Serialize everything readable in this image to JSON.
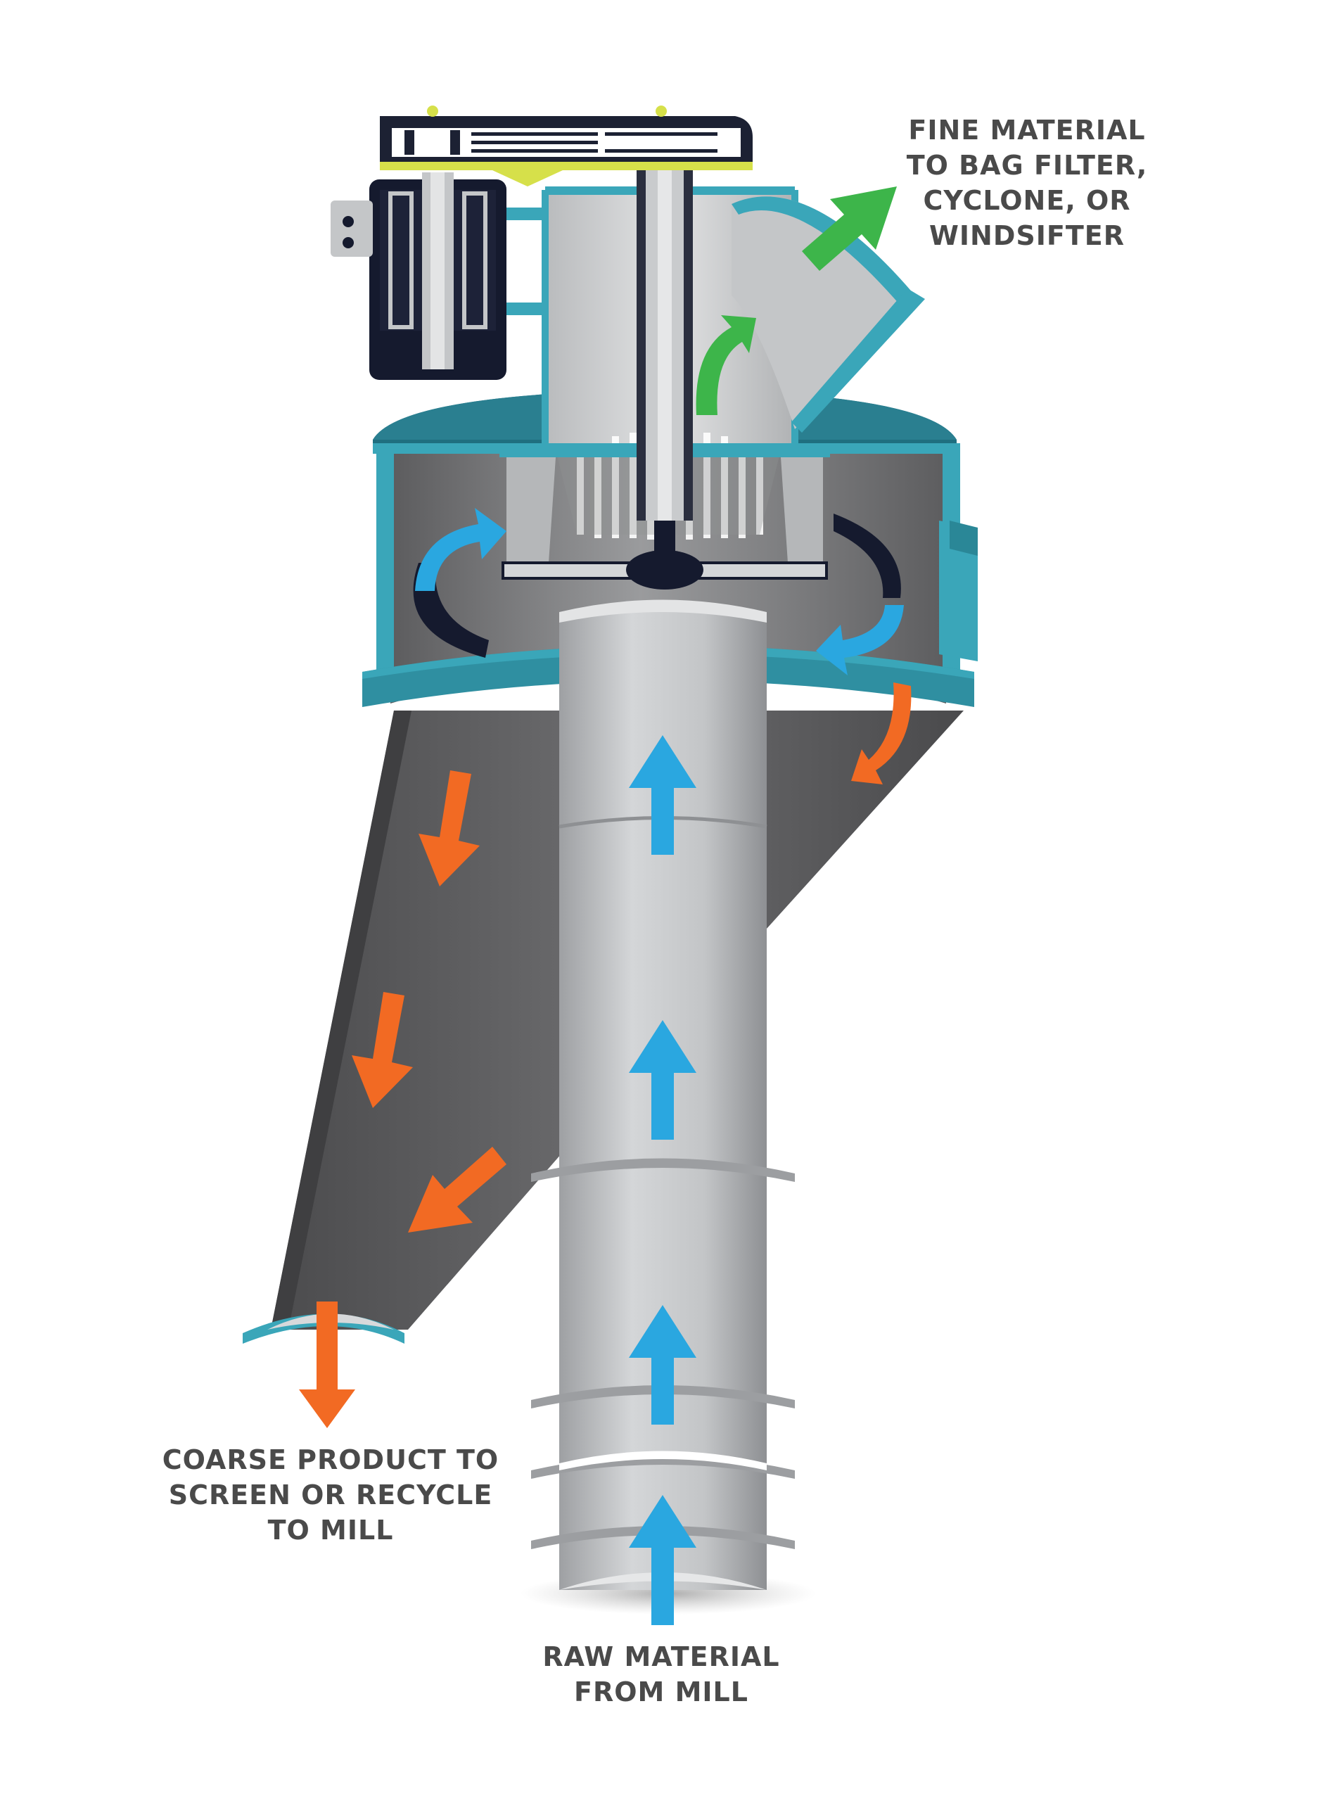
{
  "labels": {
    "fine_material": [
      "FINE MATERIAL",
      "TO BAG FILTER,",
      "CYCLONE, OR",
      "WINDSIFTER"
    ],
    "coarse_product": [
      "COARSE PRODUCT TO",
      "SCREEN OR RECYCLE",
      "TO MILL"
    ],
    "raw_material": [
      "RAW MATERIAL",
      "FROM MILL"
    ]
  },
  "colors": {
    "teal": "#3aa6b9",
    "teal_dark": "#1f6f80",
    "steel_light": "#c8cacc",
    "steel_mid": "#a9abad",
    "steel_dark": "#6b6b6d",
    "cone_dark": "#5a5a5c",
    "navy": "#151a2e",
    "yellow_green": "#d6e04a",
    "arrow_blue": "#2aa7e0",
    "arrow_orange": "#f26a23",
    "arrow_green": "#3db54a",
    "text": "#4a4a4a"
  },
  "icons": {
    "up_arrow": "arrow-up-icon",
    "down_arrow": "arrow-down-icon",
    "curved_arrow": "curved-arrow-icon"
  }
}
